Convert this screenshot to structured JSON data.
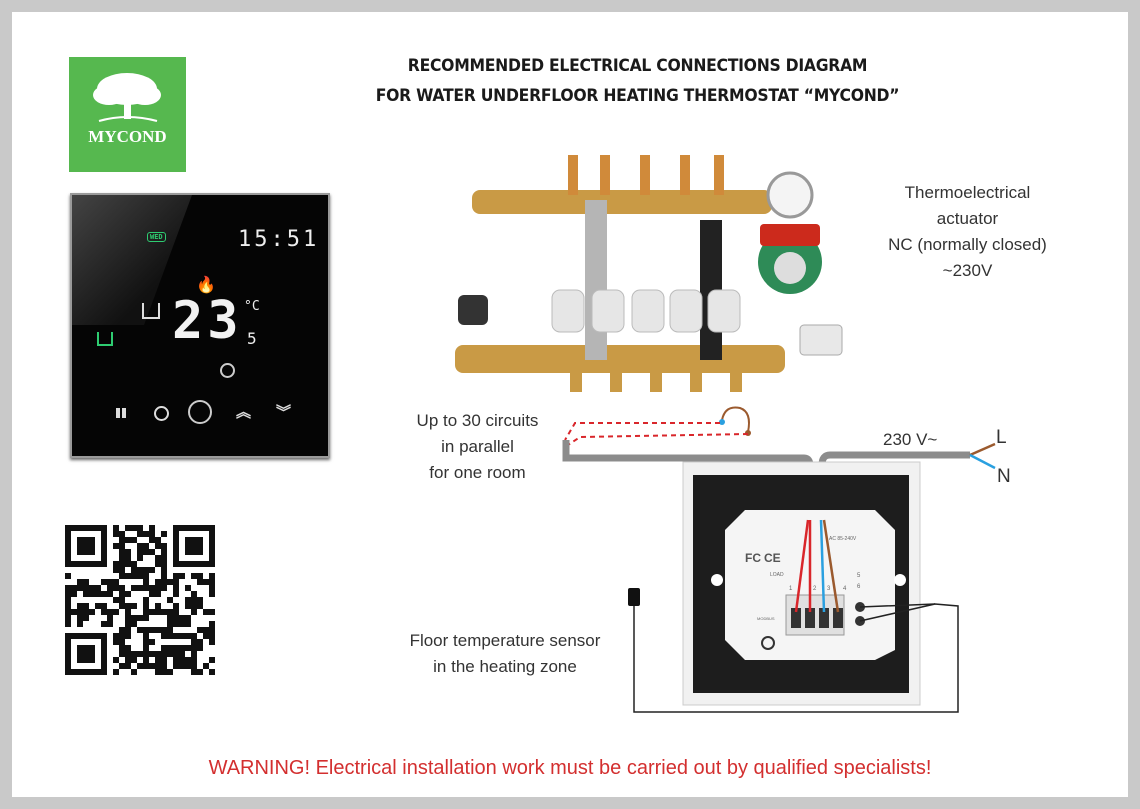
{
  "title": {
    "line1": "RECOMMENDED ELECTRICAL CONNECTIONS DIAGRAM",
    "line2": "FOR WATER UNDERFLOOR HEATING THERMOSTAT “MYCOND”"
  },
  "logo": {
    "text": "MYCOND"
  },
  "thermostat_display": {
    "day": "WED",
    "time": "15:51",
    "temperature": "23",
    "unit": "°C",
    "decimal": "5"
  },
  "labels": {
    "actuator": [
      "Thermoelectrical",
      "actuator",
      "NC (normally closed)",
      "~230V"
    ],
    "circuits": [
      "Up to 30 circuits",
      "in parallel",
      "for one room"
    ],
    "power": "230 V~",
    "live": "L",
    "neutral": "N",
    "sensor": [
      "Floor temperature sensor",
      "in the heating zone"
    ]
  },
  "back_panel": {
    "terminals": [
      "1",
      "2",
      "3",
      "4"
    ],
    "sensor_terminals": [
      "5",
      "6"
    ],
    "voltage": "AC 85-240V",
    "load": "LOAD",
    "modbus": "MODBUS",
    "cert": [
      "FC",
      "CE"
    ]
  },
  "warning": "WARNING! Electrical installation work must be carried out by qualified specialists!",
  "colors": {
    "brand_green": "#56b84f",
    "warning_red": "#d32f2f",
    "wire_red": "#d9262b",
    "wire_blue": "#2aa0e0",
    "wire_brown": "#9b5a2e",
    "cable_gray": "#8c8c8c"
  }
}
